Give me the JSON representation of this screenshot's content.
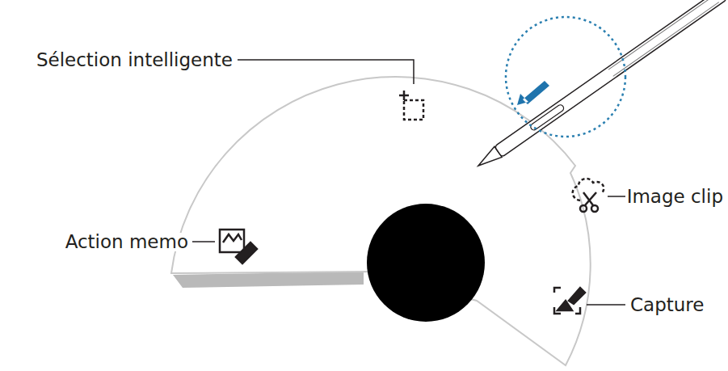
{
  "diagram": {
    "labels": [
      "Sélection intelligente",
      "Action memo",
      "Image clip",
      "Capture"
    ]
  }
}
